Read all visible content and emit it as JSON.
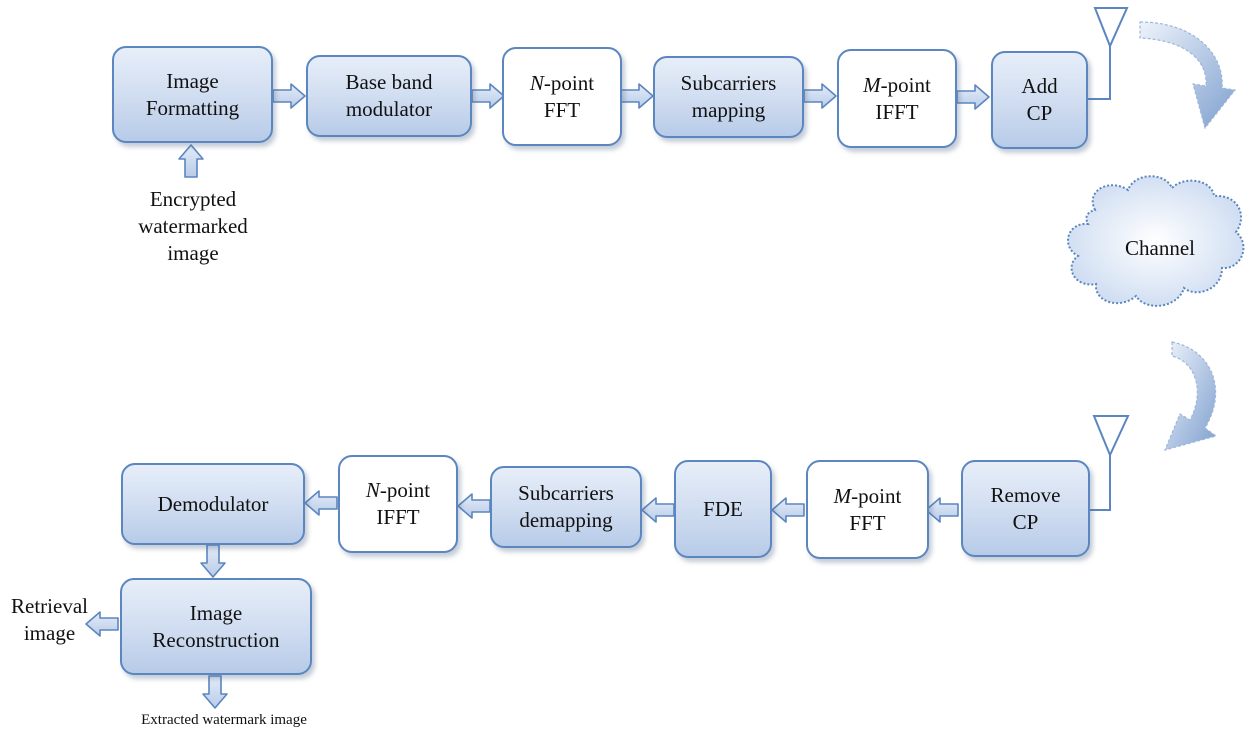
{
  "transmitter": {
    "image_formatting": [
      "Image",
      "Formatting"
    ],
    "baseband_modulator": [
      "Base band",
      "modulator"
    ],
    "n_point_fft": {
      "var": "N",
      "rest": "-point",
      "line2": "FFT"
    },
    "subcarriers_mapping": [
      "Subcarriers",
      "mapping"
    ],
    "m_point_ifft": {
      "var": "M",
      "rest": "-point",
      "line2": "IFFT"
    },
    "add_cp": [
      "Add",
      "CP"
    ]
  },
  "input_label": [
    "Encrypted",
    "watermarked",
    "image"
  ],
  "channel": "Channel",
  "receiver": {
    "remove_cp": [
      "Remove",
      "CP"
    ],
    "m_point_fft": {
      "var": "M",
      "rest": "-point",
      "line2": "FFT"
    },
    "fde": "FDE",
    "subcarriers_demapping": [
      "Subcarriers",
      "demapping"
    ],
    "n_point_ifft": {
      "var": "N",
      "rest": "-point",
      "line2": "IFFT"
    },
    "demodulator": "Demodulator",
    "image_reconstruction": [
      "Image",
      "Reconstruction"
    ]
  },
  "retrieval_label": [
    "Retrieval",
    "image"
  ],
  "extracted_label": "Extracted watermark image",
  "colors": {
    "block_border": "#5b86bf",
    "block_fill_top": "#e7eef9",
    "block_fill_bottom": "#b7cbe8",
    "arrow_fill": "#c9d8ee",
    "arrow_stroke": "#5b86bf",
    "cloud_border": "#5b86bf"
  }
}
